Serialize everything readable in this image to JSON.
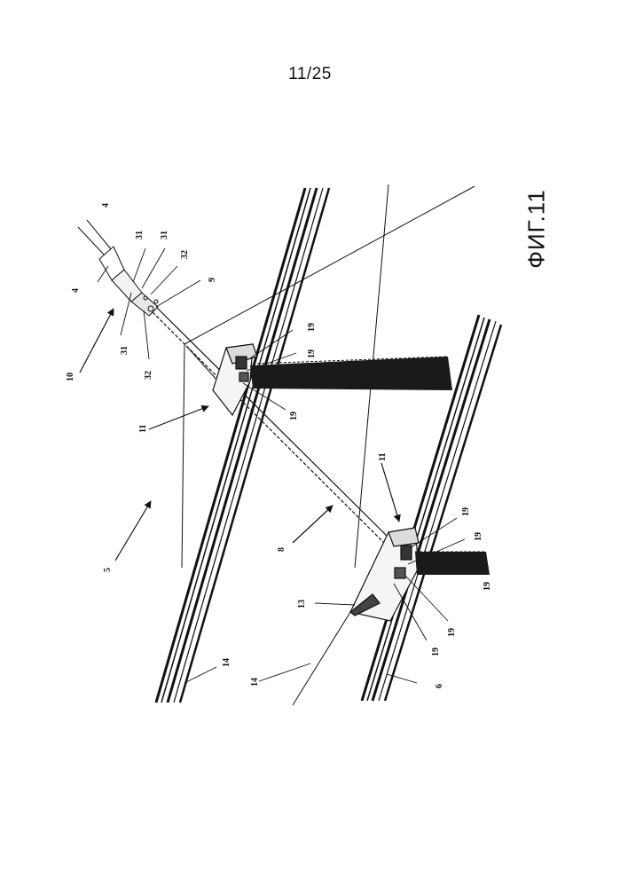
{
  "page_number": "11/25",
  "figure_title": "ФИГ.11",
  "refs": {
    "r4a": "4",
    "r4b": "4",
    "r31a": "31",
    "r31b": "31",
    "r31c": "31",
    "r32a": "32",
    "r32b": "32",
    "r9": "9",
    "r10": "10",
    "r19a": "19",
    "r19b": "19",
    "r19c": "19",
    "r11a": "11",
    "r11b": "11",
    "r5": "5",
    "r8": "8",
    "r13": "13",
    "r14a": "14",
    "r14b": "14",
    "r19d": "19",
    "r19e": "19",
    "r19f": "19",
    "r19g": "19",
    "r19h": "19",
    "r6": "6"
  }
}
